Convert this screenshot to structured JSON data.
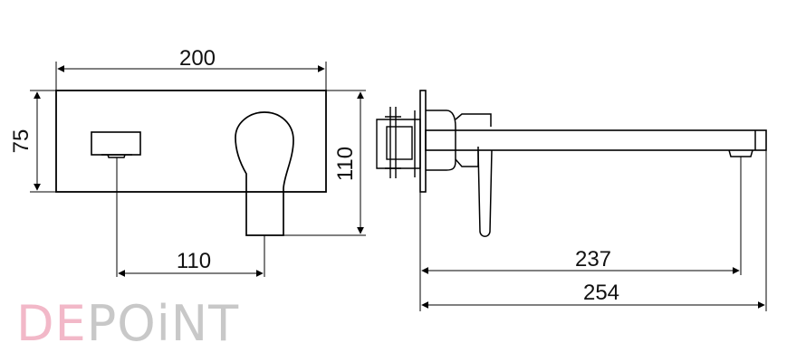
{
  "drawing": {
    "dimensions": {
      "plate_width": "200",
      "plate_height": "75",
      "spout_depth_front": "110",
      "overall_height": "110",
      "wall_to_outlet": "237",
      "overall_projection": "254"
    },
    "logo": {
      "part1": "DE",
      "part2": "POiNT",
      "color1": "#f2b8c8",
      "color2": "#c8c8c8"
    },
    "colors": {
      "line": "#000000",
      "text": "#111111"
    }
  }
}
